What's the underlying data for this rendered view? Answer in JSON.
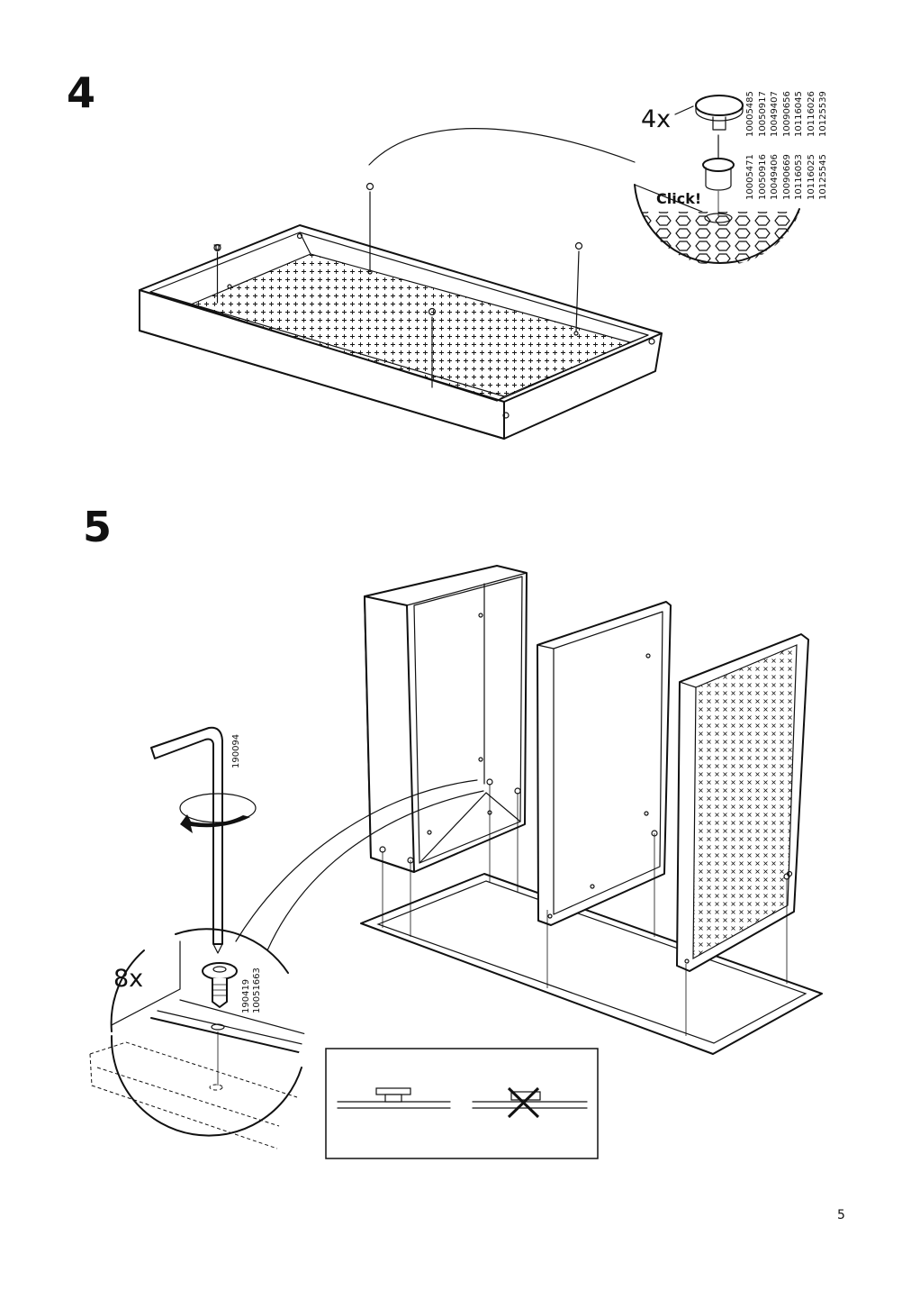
{
  "steps": [
    {
      "number": "4",
      "quantity": "4x",
      "callout": "Click!",
      "part_codes": [
        "10005485",
        "10050917",
        "10049407",
        "10090656",
        "10116045",
        "10116026",
        "10125539",
        "10005471",
        "10050916",
        "10049406",
        "10090669",
        "10116053",
        "10116025",
        "10125545"
      ]
    },
    {
      "number": "5",
      "quantity": "8x",
      "tool_code": "190094",
      "part_codes": [
        "190419",
        "10051663"
      ]
    }
  ],
  "page_number": "5"
}
